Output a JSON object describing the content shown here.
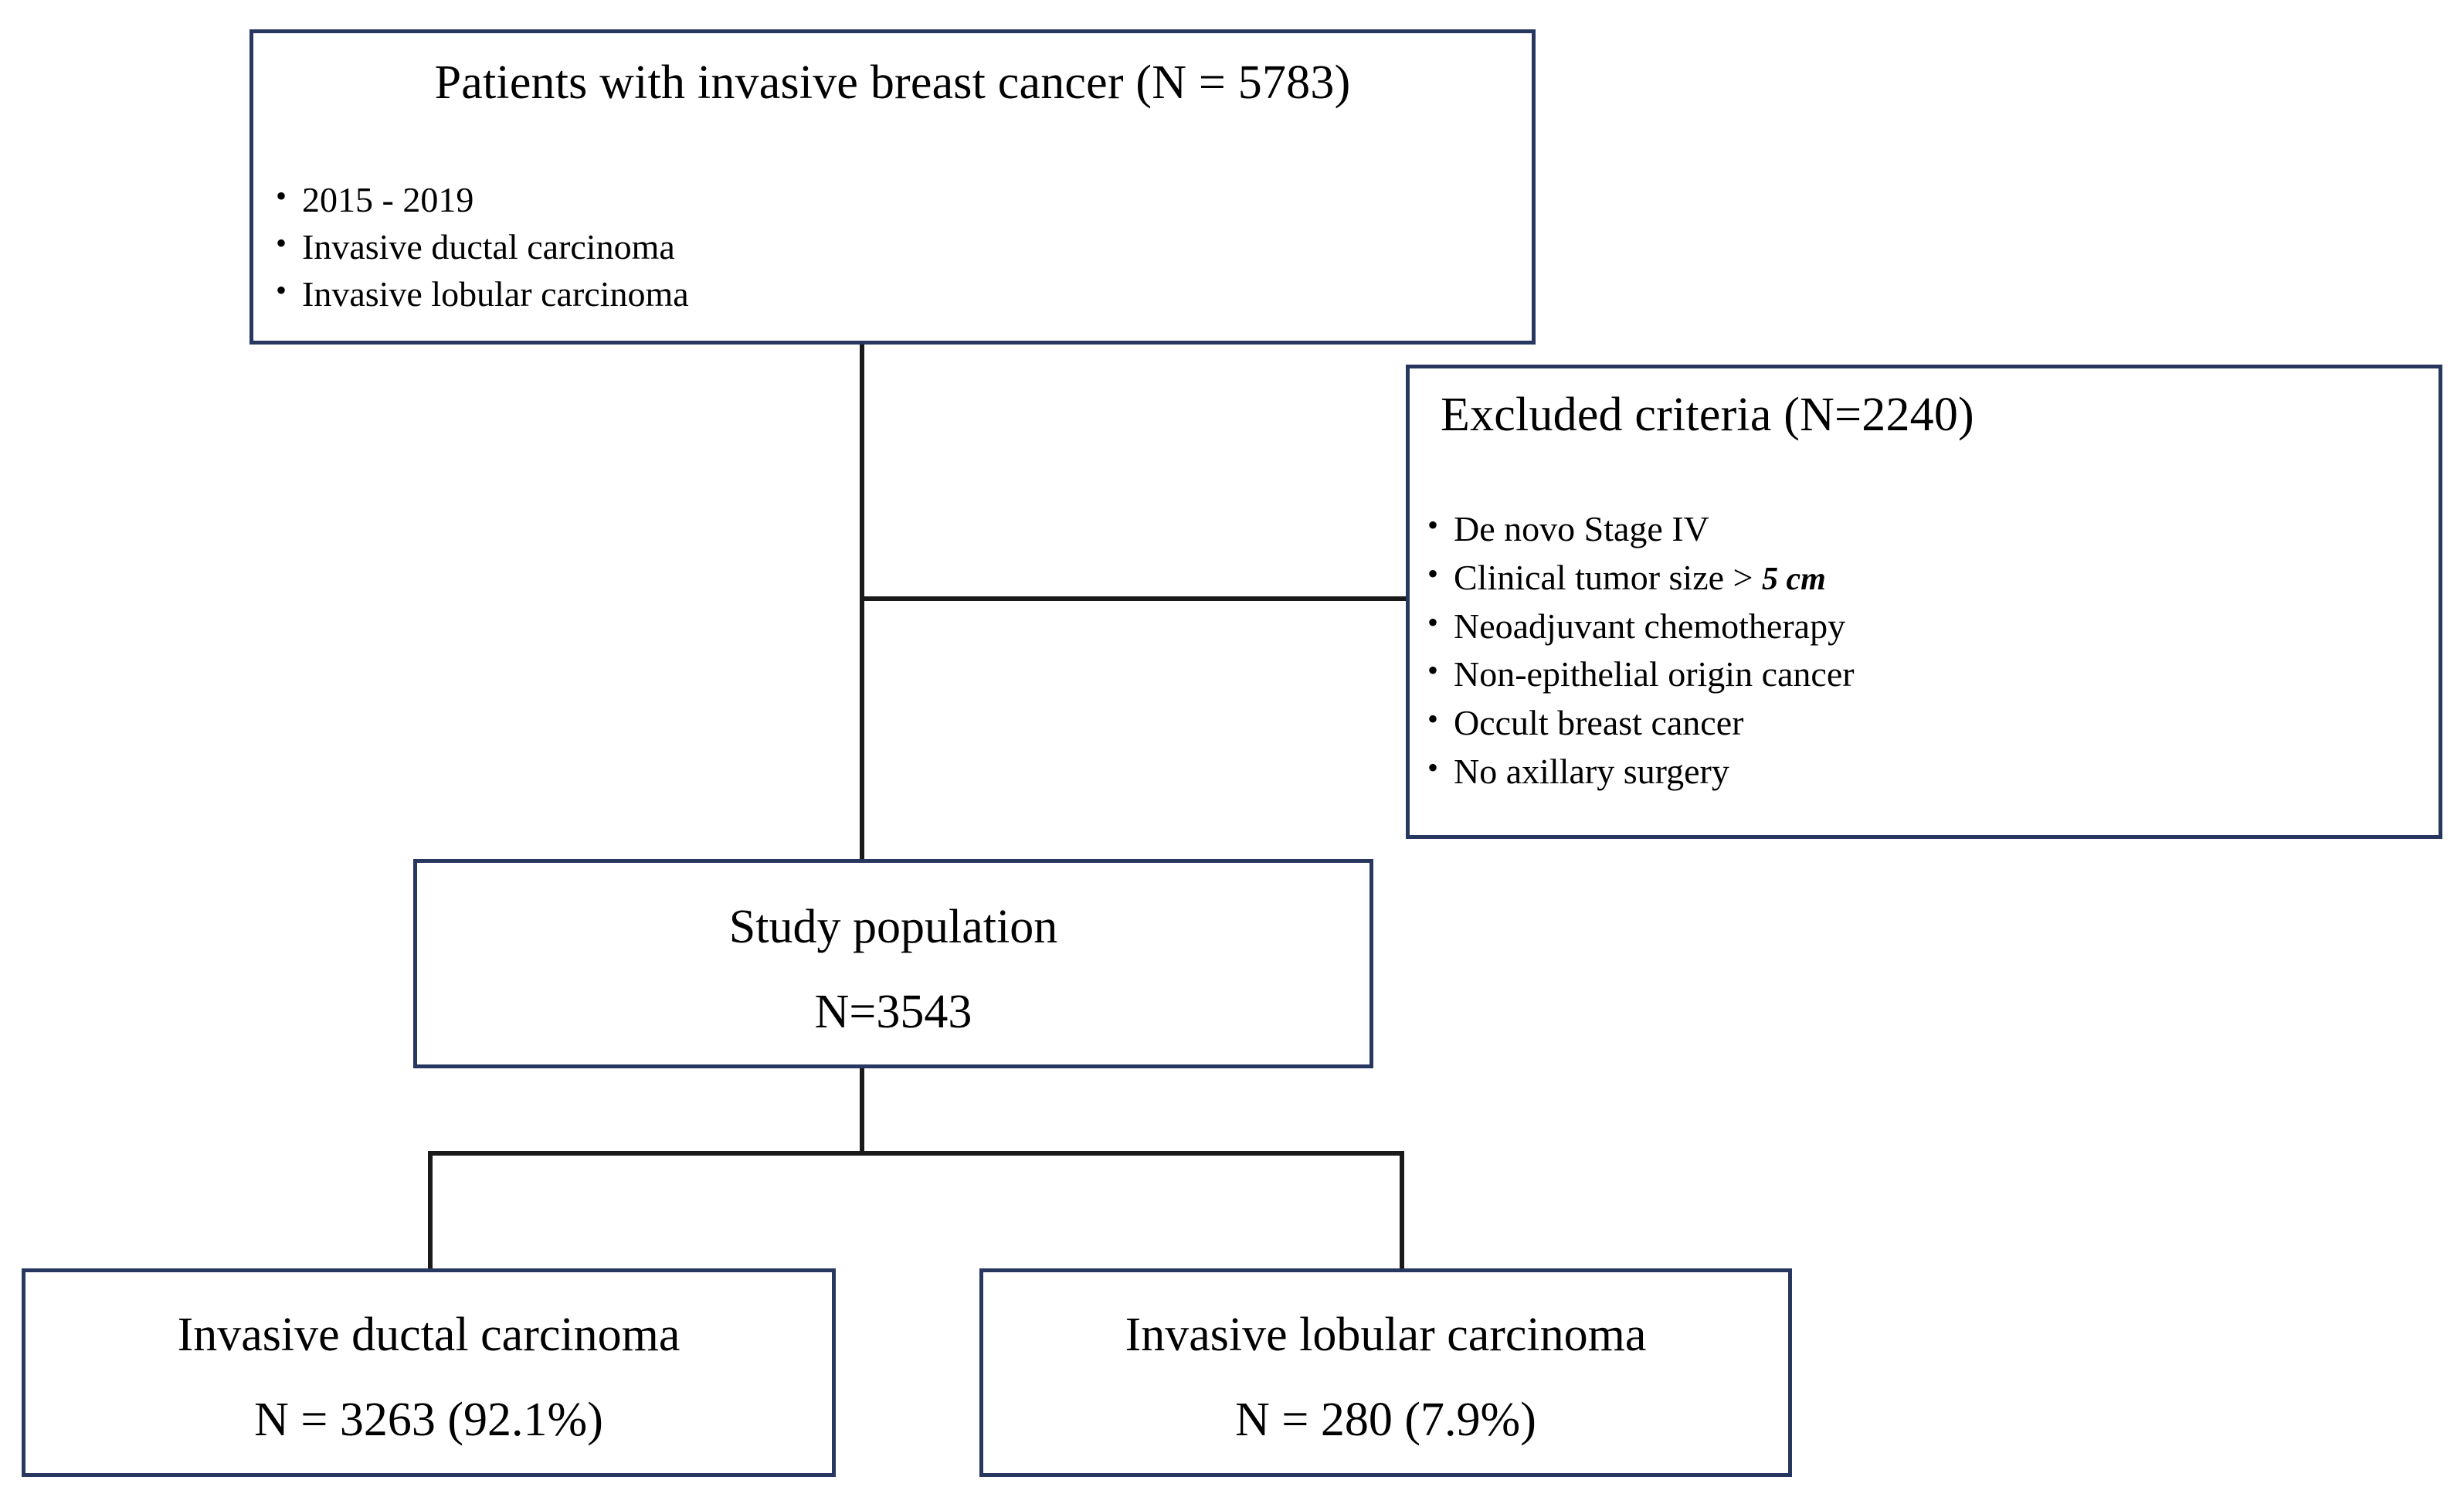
{
  "diagram": {
    "type": "study-flow-chart",
    "accent_border_color": "#27375f",
    "connector_color": "#1a1a1a",
    "background_color": "#ffffff"
  },
  "source_box": {
    "title": "Patients with invasive breast cancer   (N = 5783)",
    "n_label": "N = 5783",
    "n_value": 5783,
    "criteria": [
      "2015 - 2019",
      "Invasive ductal carcinoma",
      "Invasive lobular carcinoma"
    ]
  },
  "excluded_box": {
    "title": "Excluded criteria (N=2240)",
    "n_label": "N=2240",
    "n_value": 2240,
    "criteria": [
      {
        "text_before": "De novo Stage IV",
        "emphasis": "",
        "text_after": ""
      },
      {
        "text_before": "Clinical tumor size > ",
        "emphasis": "5 cm",
        "text_after": ""
      },
      {
        "text_before": "Neoadjuvant chemotherapy",
        "emphasis": "",
        "text_after": ""
      },
      {
        "text_before": "Non-epithelial origin cancer",
        "emphasis": "",
        "text_after": ""
      },
      {
        "text_before": "Occult breast cancer",
        "emphasis": "",
        "text_after": ""
      },
      {
        "text_before": "No axillary surgery",
        "emphasis": "",
        "text_after": ""
      }
    ]
  },
  "study_population_box": {
    "line1": "Study population",
    "line2": "N=3543",
    "n_value": 3543
  },
  "outcome_boxes": [
    {
      "line1": "Invasive ductal carcinoma",
      "line2": "N = 3263 (92.1%)",
      "n_value": 3263,
      "percent": 92.1
    },
    {
      "line1": "Invasive  lobular carcinoma",
      "line2": "N = 280 (7.9%)",
      "n_value": 280,
      "percent": 7.9
    }
  ]
}
